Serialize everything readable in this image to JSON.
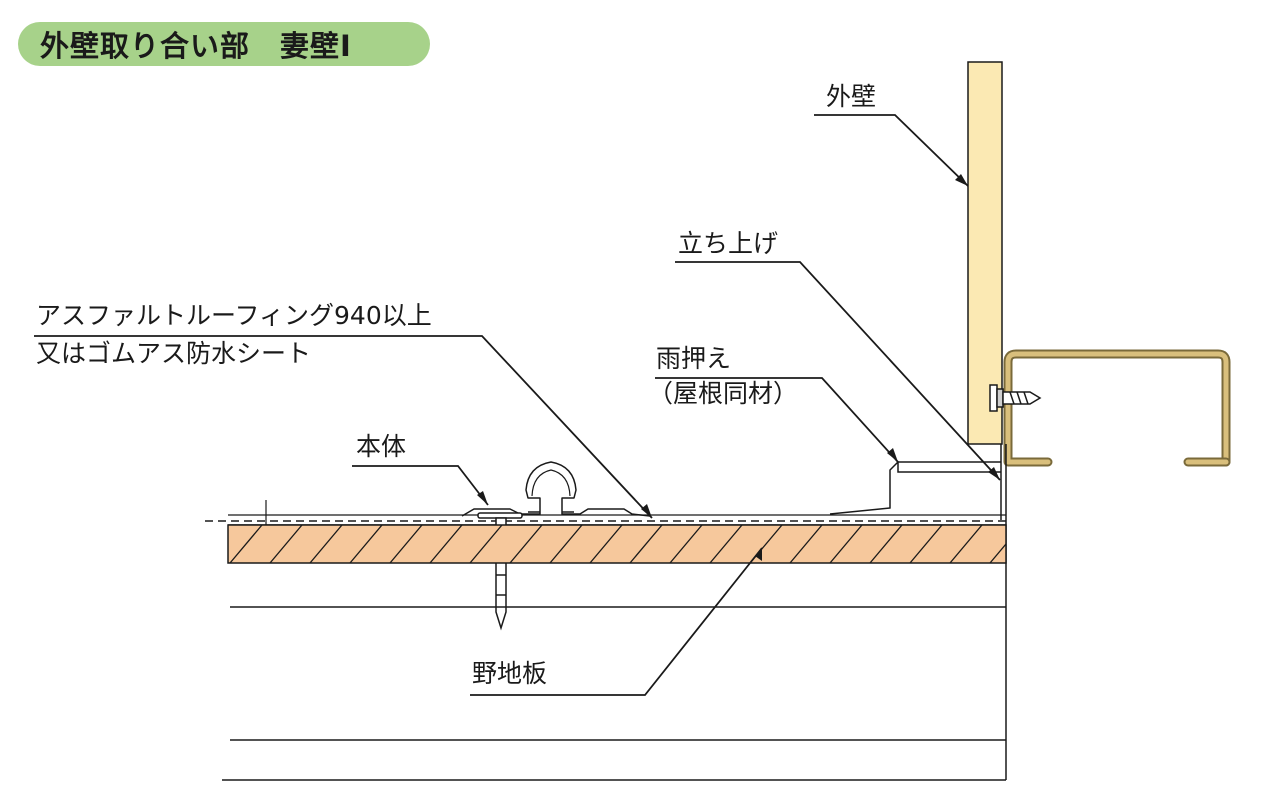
{
  "title": "外壁取り合い部　妻壁Ⅰ",
  "labels": {
    "outer_wall": "外壁",
    "upstand": "立ち上げ",
    "roofing_line1": "アスファルトルーフィング940以上",
    "roofing_line2": "又はゴムアス防水シート",
    "flashing_line1": "雨押え",
    "flashing_line2": "（屋根同材）",
    "body": "本体",
    "sheathing": "野地板"
  },
  "colors": {
    "title_bg": "#a7d28a",
    "wall_fill": "#fbe9b3",
    "board_fill": "#f6c89c",
    "bracket": "#d9bf7c",
    "line": "#1a1a1a"
  }
}
